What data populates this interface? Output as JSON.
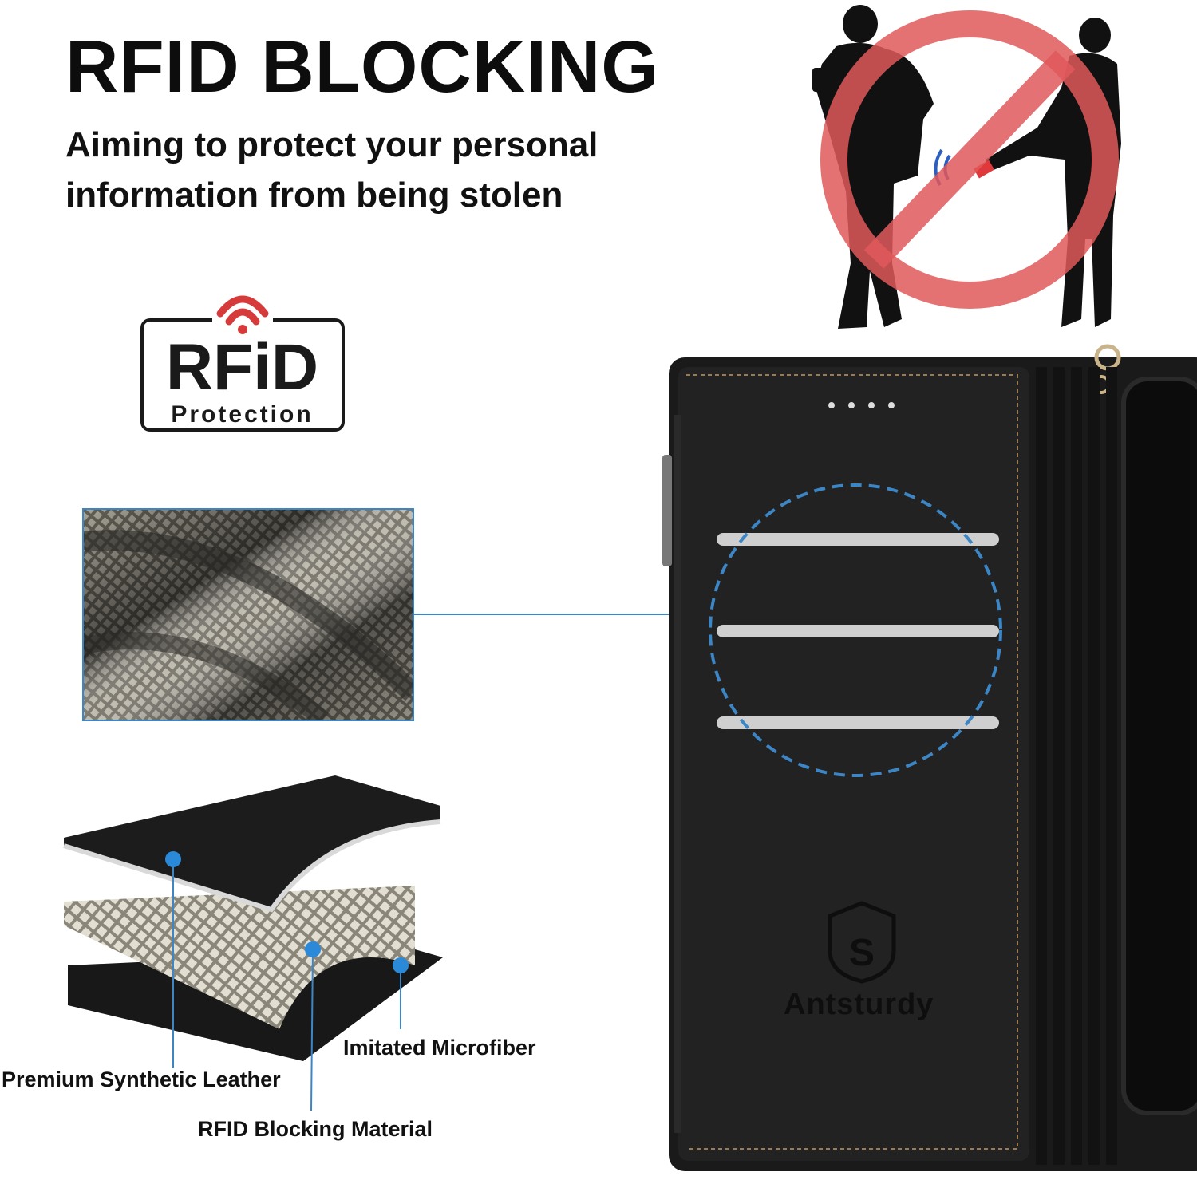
{
  "headline": "RFID BLOCKING",
  "subline": "Aiming to protect your personal information from being stolen",
  "badge": {
    "logo_text": "RFiD",
    "subtitle": "Protection",
    "icon": "wifi-signal-icon"
  },
  "layers": {
    "premium_label": "Premium Synthetic Leather",
    "microfiber_label": "Imitated Microfiber",
    "rfid_material_label": "RFID Blocking Material"
  },
  "wallet": {
    "brand": "Antsturdy"
  },
  "colors": {
    "accent_blue": "#3d86c6",
    "prohibit_red": "#e0595b",
    "wallet_black": "#1a1a1a"
  }
}
